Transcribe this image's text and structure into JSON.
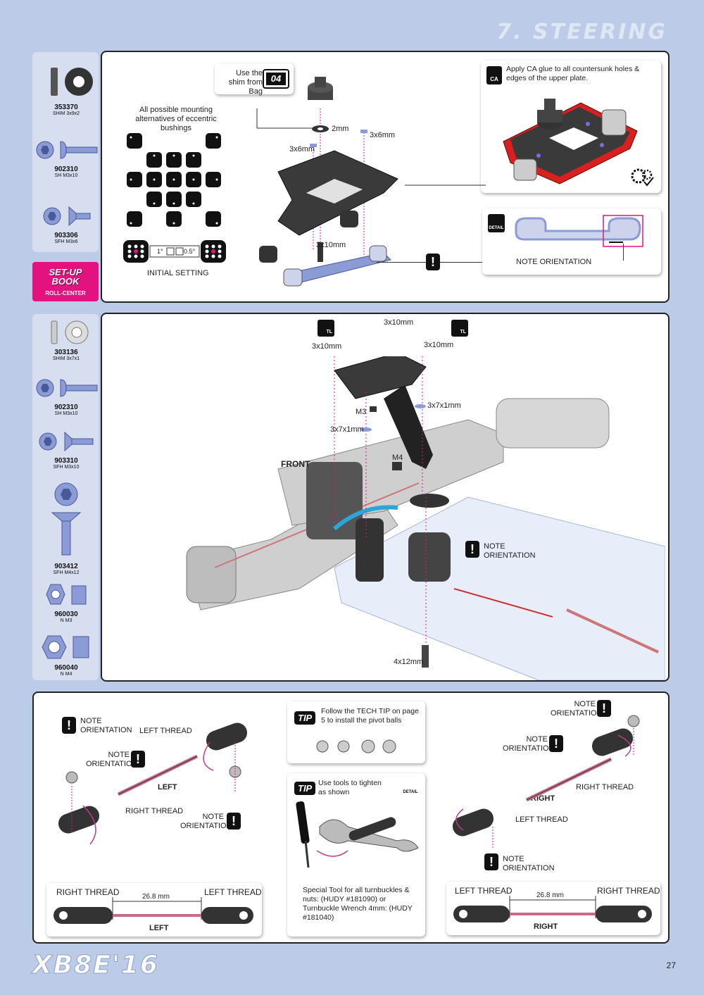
{
  "header": {
    "section_title": "7. STEERING",
    "page_number": "27",
    "logo": "XB8E'16"
  },
  "colors": {
    "background": "#bccbe8",
    "accent_pink": "#e4127f",
    "part_blue": "#8a9bd6",
    "red_anodized": "#d9201f"
  },
  "parts_step1": [
    {
      "code": "353370",
      "desc": "SHIM 3x9x2",
      "icon": "shim-icon"
    },
    {
      "code": "902310",
      "desc": "SH M3x10",
      "icon": "button-head-screw-icon"
    },
    {
      "code": "903306",
      "desc": "SFH M3x6",
      "icon": "flat-head-screw-icon"
    }
  ],
  "setup_book": {
    "line1": "SET-UP",
    "line2": "BOOK",
    "sub": "ROLL-CENTER"
  },
  "step1": {
    "mounting_note": "All possible mounting alternatives of eccentric bushings",
    "initial_setting": "INITIAL SETTING",
    "adjust_left": "1°",
    "adjust_right": "0.5°",
    "shim_note": "Use the shim from Bag",
    "bag_number": "04",
    "labels": {
      "2mm": "2mm",
      "3x6mm_a": "3x6mm",
      "3x6mm_b": "3x6mm",
      "3x10mm": "3x10mm"
    },
    "ca_note": "Apply CA glue to all countersunk holes & edges of the upper plate.",
    "ca_badge": "CA",
    "detail_badge": "DETAIL",
    "note_orientation": "NOTE ORIENTATION"
  },
  "parts_step2": [
    {
      "code": "303136",
      "desc": "SHIM 3x7x1",
      "icon": "shim-icon"
    },
    {
      "code": "902310",
      "desc": "SH M3x10",
      "icon": "button-head-screw-icon"
    },
    {
      "code": "903310",
      "desc": "SFH M3x10",
      "icon": "flat-head-screw-icon"
    },
    {
      "code": "903412",
      "desc": "SFH M4x12",
      "icon": "flat-head-screw-large-icon"
    },
    {
      "code": "960030",
      "desc": "N M3",
      "icon": "nut-icon"
    },
    {
      "code": "960040",
      "desc": "N M4",
      "icon": "nut-large-icon"
    }
  ],
  "step2": {
    "labels": {
      "top": "3x10mm",
      "left": "3x10mm",
      "right": "3x10mm",
      "m3": "M3",
      "shim_r": "3x7x1mm",
      "shim_l": "3x7x1mm",
      "m4": "M4",
      "bottom": "4x12mm",
      "front": "FRONT"
    },
    "tl_badge": "TL",
    "note_orientation_1": "NOTE",
    "note_orientation_2": "ORIENTATION"
  },
  "step3": {
    "left": {
      "note1": "NOTE ORIENTATION",
      "left_thread": "LEFT THREAD",
      "note2": "NOTE ORIENTATION",
      "side": "LEFT",
      "right_thread": "RIGHT THREAD",
      "note3": "NOTE ORIENTATION"
    },
    "tip1": {
      "badge": "TIP",
      "text": "Follow the TECH TIP on page 5 to install the pivot balls"
    },
    "tip2": {
      "badge": "TIP",
      "text": "Use tools to tighten as shown",
      "detail": "DETAIL"
    },
    "special_tool": "Special Tool for all turnbuckles & nuts: (HUDY #181090) or Turnbuckle Wrench 4mm: (HUDY #181040)",
    "right": {
      "note1": "NOTE ORIENTATION",
      "note2": "NOTE ORIENTATION",
      "right_thread": "RIGHT THREAD",
      "side": "RIGHT",
      "left_thread": "LEFT THREAD",
      "note3": "NOTE ORIENTATION"
    },
    "gauge_left": {
      "label_l": "RIGHT THREAD",
      "label_r": "LEFT THREAD",
      "length": "26.8 mm",
      "side": "LEFT"
    },
    "gauge_right": {
      "label_l": "LEFT THREAD",
      "label_r": "RIGHT THREAD",
      "length": "26.8 mm",
      "side": "RIGHT"
    }
  }
}
